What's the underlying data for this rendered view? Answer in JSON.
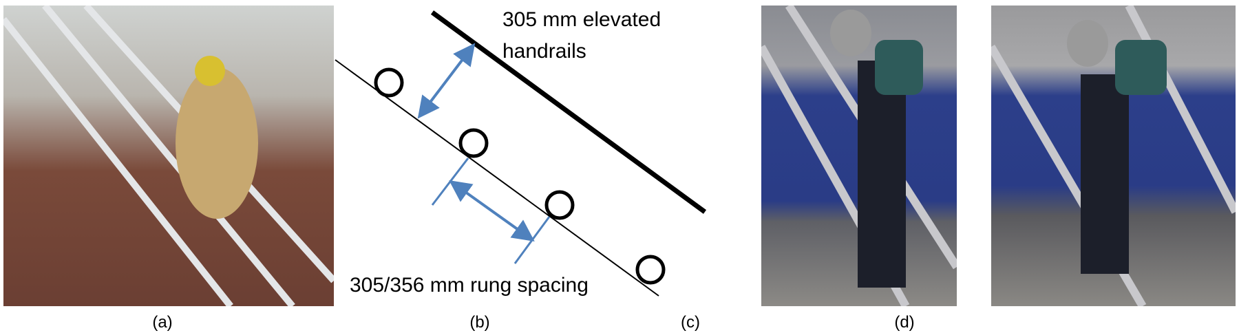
{
  "panels": [
    {
      "id": "a",
      "label": "(a)"
    },
    {
      "id": "b",
      "label": "(b)"
    },
    {
      "id": "c",
      "label": "(c)"
    },
    {
      "id": "d",
      "label": "(d)"
    }
  ],
  "diagram": {
    "handrail_label_line1": "305 mm elevated",
    "handrail_label_line2": "handrails",
    "rung_label": "305/356 mm rung spacing",
    "arrow_color": "#4f81bd"
  }
}
